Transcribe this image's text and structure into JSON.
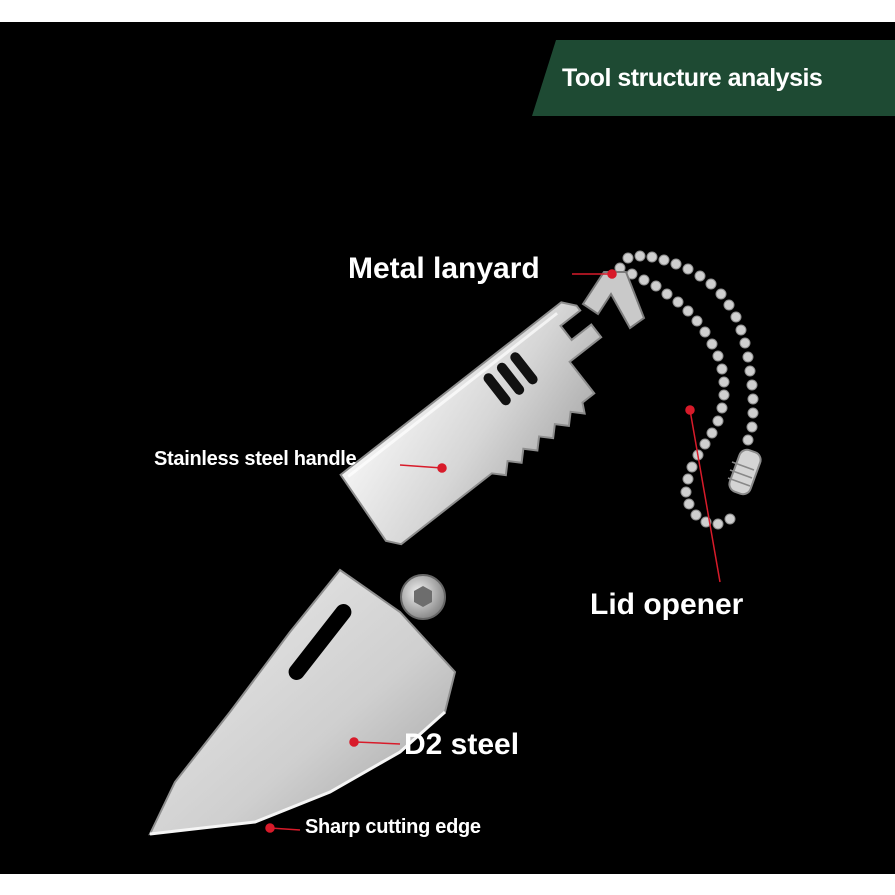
{
  "banner": {
    "title": "Tool structure analysis"
  },
  "callouts": {
    "metal_lanyard": "Metal lanyard",
    "handle": "Stainless steel handle",
    "lid_opener": "Lid opener",
    "blade_steel": "D2 steel",
    "cutting_edge": "Sharp cutting edge"
  },
  "colors": {
    "background": "#000000",
    "banner": "#1e4a33",
    "leader_line": "#d81b2a",
    "steel": "#d9d9d9"
  }
}
